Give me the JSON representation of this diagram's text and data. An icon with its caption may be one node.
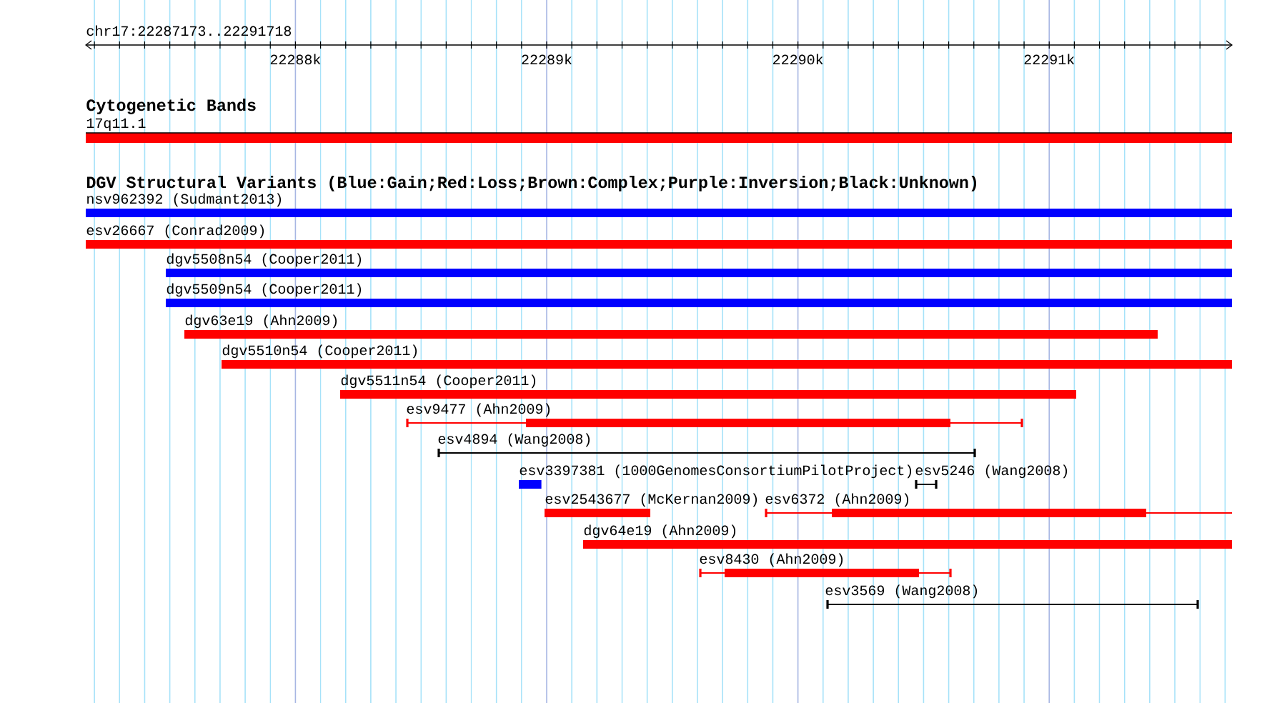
{
  "diagram": {
    "nodes": [
      {
        "text": [
          "17q11.1"
        ]
      },
      {
        "text": [
          "nsv962392 (Sudmant2013)"
        ]
      },
      {
        "text": [
          "esv26667 (Conrad2009)"
        ]
      },
      {
        "text": [
          "dgv5508n54 (Cooper2011)"
        ]
      },
      {
        "text": [
          "dgv5509n54 (Cooper2011)"
        ]
      },
      {
        "text": [
          "dgv63e19 (Ahn2009)"
        ]
      },
      {
        "text": [
          "dgv5510n54 (Cooper2011)"
        ]
      },
      {
        "text": [
          "dgv5511n54 (Cooper2011)"
        ]
      },
      {
        "text": [
          "esv9477 (Ahn2009)"
        ]
      },
      {
        "text": [
          "esv4894 (Wang2008)"
        ]
      },
      {
        "text": [
          "esv3397381 (1000GenomesConsortiumPilotProject)"
        ]
      },
      {
        "text": [
          "esv5246 (Wang2008)"
        ]
      },
      {
        "text": [
          "esv2543677 (McKernan2009)"
        ]
      },
      {
        "text": [
          "esv6372 (Ahn2009)"
        ]
      },
      {
        "text": [
          "dgv64e19 (Ahn2009)"
        ]
      },
      {
        "text": [
          "esv8430 (Ahn2009)"
        ]
      },
      {
        "text": [
          "esv3569 (Wang2008)"
        ]
      }
    ],
    "labels": [
      "chr17:22287173..22291718",
      "22288k",
      "22289k",
      "22290k",
      "22291k",
      "Cytogenetic Bands",
      "DGV Structural Variants (Blue:Gain;Red:Loss;Brown:Complex;Purple:Inversion;Black:Unknown)"
    ]
  }
}
